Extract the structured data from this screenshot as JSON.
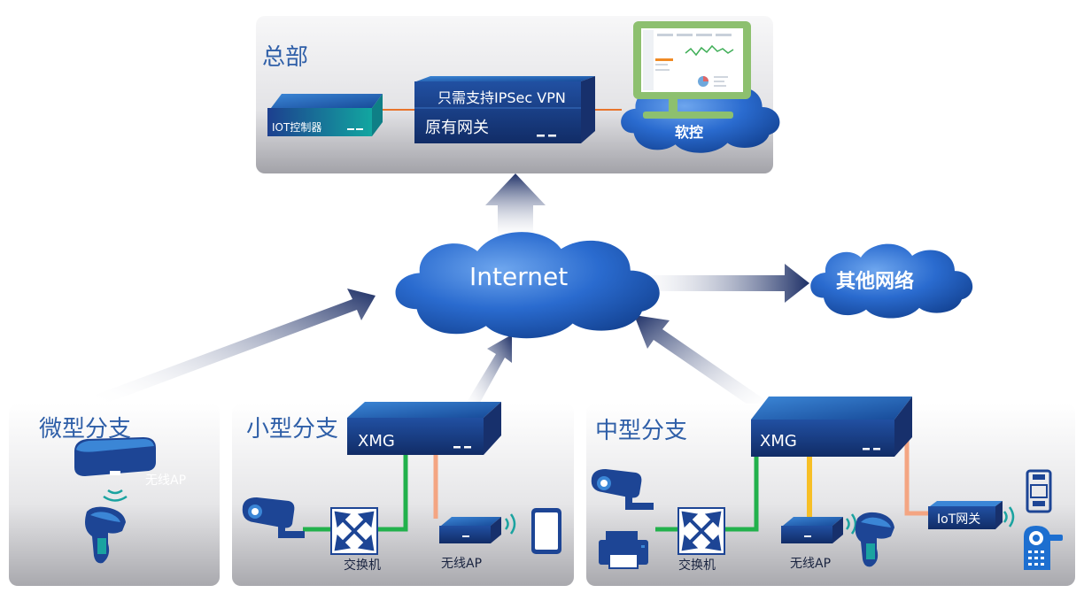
{
  "hq": {
    "title": "总部",
    "iot_controller": "IOT控制器",
    "vpn_note": "只需支持IPSec VPN",
    "gateway": "原有网关",
    "soft_control": "软控"
  },
  "internet": {
    "label": "Internet"
  },
  "other_network": {
    "label": "其他网络"
  },
  "micro_branch": {
    "title": "微型分支",
    "ap_label": "无线AP"
  },
  "small_branch": {
    "title": "小型分支",
    "xmg_label": "XMG",
    "switch_label": "交换机",
    "ap_label": "无线AP"
  },
  "medium_branch": {
    "title": "中型分支",
    "xmg_label": "XMG",
    "switch_label": "交换机",
    "ap_label": "无线AP",
    "iot_gateway": "IoT网关"
  },
  "colors": {
    "device_blue": "#1f4fa0",
    "device_top": "#2d6cc4",
    "cloud_blue": "#1e5fbf",
    "link_green": "#22b14c",
    "link_salmon": "#f4a582",
    "link_yellow": "#f7bf26",
    "link_orange": "#e8742c",
    "arrow_navy": "#1d2f66",
    "monitor_green": "#8dc06f"
  }
}
